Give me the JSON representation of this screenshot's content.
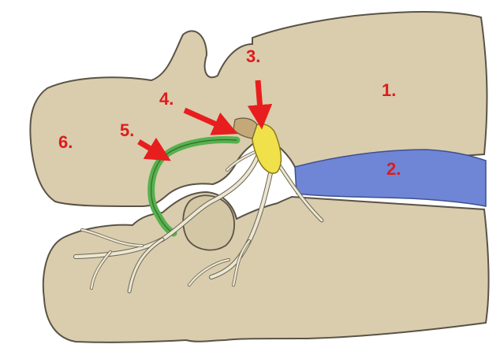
{
  "labels": {
    "l1": "1.",
    "l2": "2.",
    "l3": "3.",
    "l4": "4.",
    "l5": "5.",
    "l6": "6."
  },
  "colors": {
    "bone": "#d9cdae",
    "bone_outline": "#5a5346",
    "disc": "#6f86d6",
    "ligament": "#58b04f",
    "ganglion": "#f0e04a",
    "nerve": "#ece7d4",
    "arrow": "#e81e1e",
    "label": "#e01b1b"
  }
}
